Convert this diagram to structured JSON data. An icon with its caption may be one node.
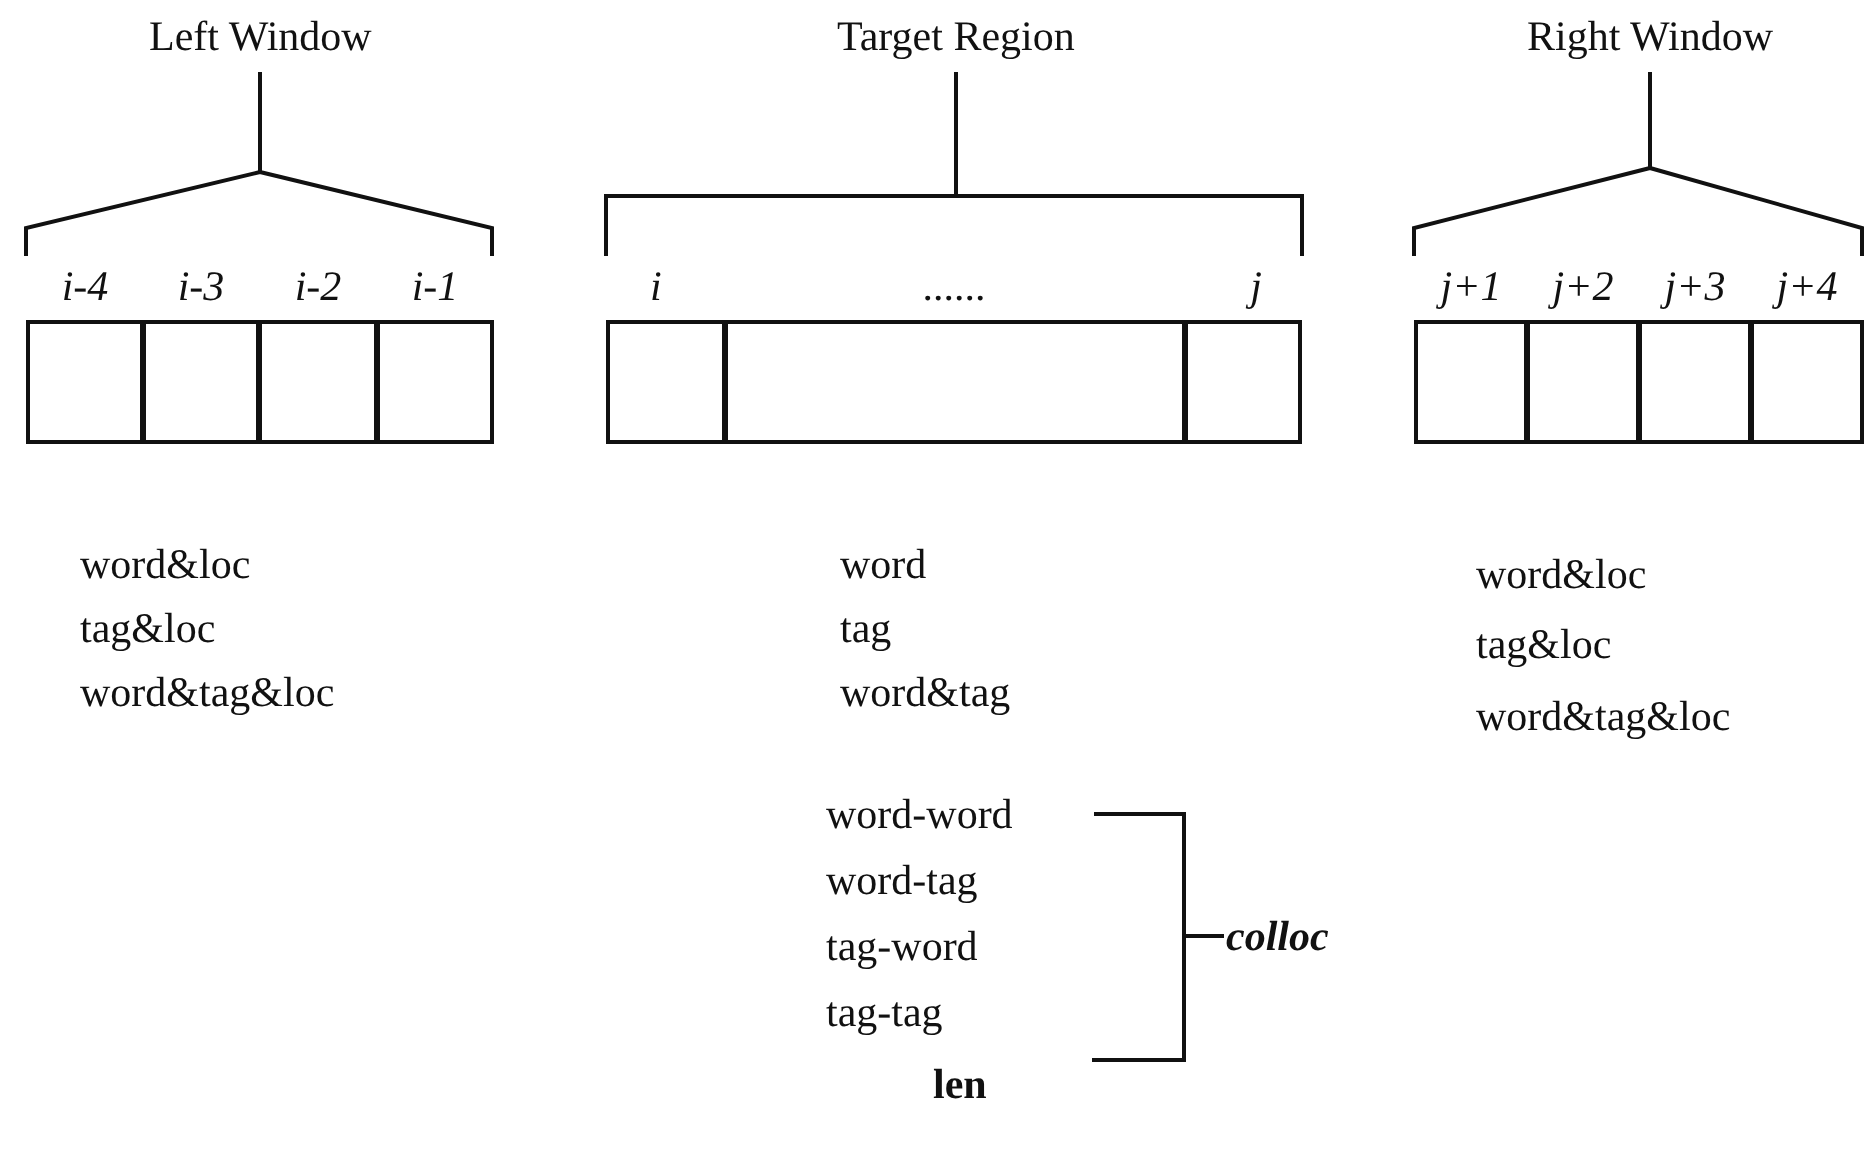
{
  "diagram": {
    "nodes": [
      {
        "text": [
          "i-4"
        ]
      },
      {
        "text": [
          "i-3"
        ]
      },
      {
        "text": [
          "i-2"
        ]
      },
      {
        "text": [
          "i-1"
        ]
      },
      {
        "text": [
          "i"
        ]
      },
      {
        "text": [
          "......"
        ]
      },
      {
        "text": [
          "j"
        ]
      },
      {
        "text": [
          "j+1"
        ]
      },
      {
        "text": [
          "j+2"
        ]
      },
      {
        "text": [
          "j+3"
        ]
      },
      {
        "text": [
          "j+4"
        ]
      }
    ],
    "edges": [],
    "labels": [
      "Left Window",
      "Target Region",
      "Right Window",
      "word&loc",
      "tag&loc",
      "word&tag&loc",
      "word",
      "tag",
      "word&tag",
      "word&loc",
      "tag&loc",
      "word&tag&loc",
      "word-word",
      "word-tag",
      "tag-word",
      "tag-tag",
      "colloc",
      "len"
    ]
  }
}
